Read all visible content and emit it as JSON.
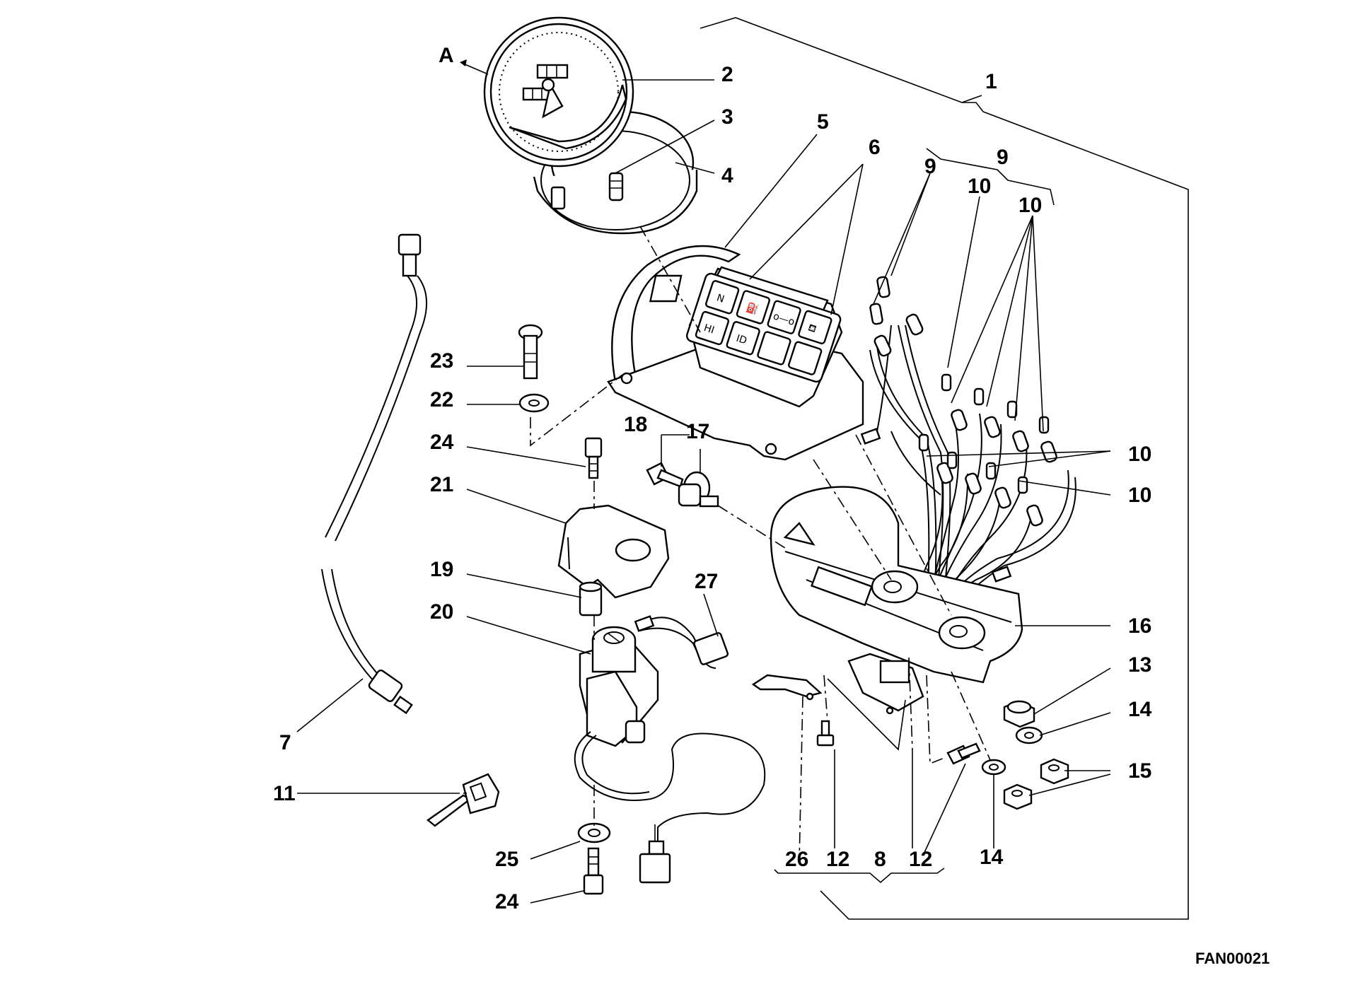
{
  "drawing_code": "FAN00021",
  "view_marker": "A",
  "callouts": [
    {
      "id": "c1",
      "text": "1"
    },
    {
      "id": "c2",
      "text": "2"
    },
    {
      "id": "c3",
      "text": "3"
    },
    {
      "id": "c4",
      "text": "4"
    },
    {
      "id": "c5",
      "text": "5"
    },
    {
      "id": "c6",
      "text": "6"
    },
    {
      "id": "c7",
      "text": "7"
    },
    {
      "id": "c8",
      "text": "8"
    },
    {
      "id": "c9a",
      "text": "9"
    },
    {
      "id": "c9b",
      "text": "9"
    },
    {
      "id": "c10a",
      "text": "10"
    },
    {
      "id": "c10b",
      "text": "10"
    },
    {
      "id": "c10c",
      "text": "10"
    },
    {
      "id": "c10d",
      "text": "10"
    },
    {
      "id": "c11",
      "text": "11"
    },
    {
      "id": "c12a",
      "text": "12"
    },
    {
      "id": "c12b",
      "text": "12"
    },
    {
      "id": "c13",
      "text": "13"
    },
    {
      "id": "c14a",
      "text": "14"
    },
    {
      "id": "c14b",
      "text": "14"
    },
    {
      "id": "c15",
      "text": "15"
    },
    {
      "id": "c16",
      "text": "16"
    },
    {
      "id": "c17",
      "text": "17"
    },
    {
      "id": "c18",
      "text": "18"
    },
    {
      "id": "c19",
      "text": "19"
    },
    {
      "id": "c20",
      "text": "20"
    },
    {
      "id": "c21",
      "text": "21"
    },
    {
      "id": "c22",
      "text": "22"
    },
    {
      "id": "c23",
      "text": "23"
    },
    {
      "id": "c24a",
      "text": "24"
    },
    {
      "id": "c24b",
      "text": "24"
    },
    {
      "id": "c25",
      "text": "25"
    },
    {
      "id": "c26",
      "text": "26"
    },
    {
      "id": "c27",
      "text": "27"
    }
  ],
  "warning_lights": [
    "N",
    "⛽",
    "o—o",
    "⛾",
    "HI",
    "ID",
    "",
    ""
  ]
}
